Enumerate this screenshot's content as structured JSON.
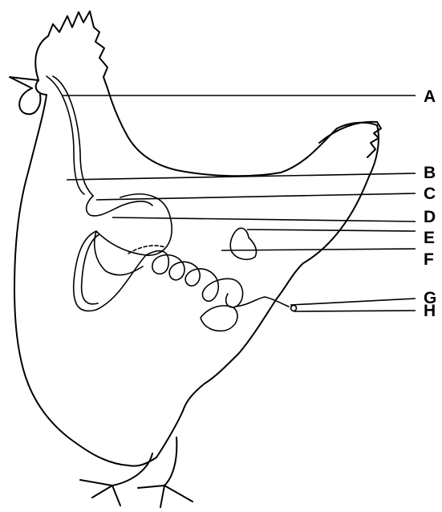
{
  "labels": [
    "A",
    "B",
    "C",
    "D",
    "E",
    "F",
    "G",
    "H"
  ],
  "colors": {
    "line": "#000000",
    "background": "#ffffff"
  }
}
